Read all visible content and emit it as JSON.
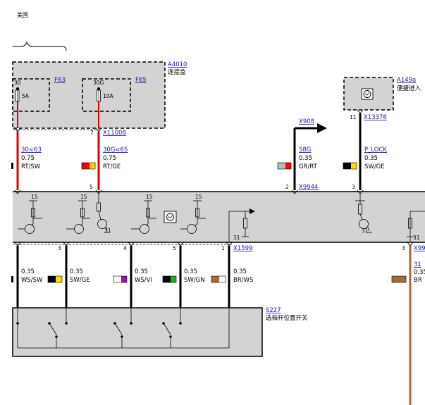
{
  "region_label": "美国",
  "colors": {
    "red": "#e00000",
    "black": "#000000",
    "brown": "#a46a3a",
    "box_fill": "#d3d3d3",
    "link": "#1a1aa8"
  },
  "components": {
    "a4010": {
      "code": "A4010",
      "name": "连接盒"
    },
    "a149a": {
      "code": "A149a",
      "name": "便捷进入"
    },
    "s227": {
      "code": "S227",
      "name": "选档杆位置开关"
    }
  },
  "fuses": {
    "f63": {
      "code": "F63",
      "terminal": "30",
      "rating": "5A"
    },
    "f65": {
      "code": "F65",
      "terminal": "30G",
      "rating": "10A"
    }
  },
  "connectors": {
    "x11008": "X11008",
    "x908": "X908",
    "x13376": "X13376",
    "x9944": "X9944",
    "x1599": "X1599",
    "x99_partial": "X99"
  },
  "pins": {
    "x11008_pin": "7",
    "x9944_pin_a": "5",
    "x9944_pin_b": "2",
    "x9944_pin_c": "3",
    "x13376_pin": "11",
    "x1599_pin_a": "3",
    "x1599_pin_b": "4",
    "x1599_pin_c": "5",
    "x1599_pin_d": "1",
    "x99_pin": "3"
  },
  "ecu_labels": [
    "15",
    "15",
    "15",
    "15",
    "31",
    "31",
    "31",
    "31"
  ],
  "upper_wires": [
    {
      "signal": "30<63",
      "size": "0.75",
      "color_code": "RT/SW",
      "swatch": [
        "#ff0000",
        "#000000"
      ]
    },
    {
      "signal": "30G<65",
      "size": "0.75",
      "color_code": "RT/GE",
      "swatch": [
        "#ff0000",
        "#ffd800"
      ]
    },
    {
      "signal": "58G",
      "size": "0.35",
      "color_code": "GR/RT",
      "swatch": [
        "#b8b8b8",
        "#ff0000"
      ]
    },
    {
      "signal": "P_LOCK",
      "size": "0.35",
      "color_code": "SW/GE",
      "swatch": [
        "#000000",
        "#ffd800"
      ]
    }
  ],
  "lower_wires": [
    {
      "size": "0.35",
      "color_code": "WS/SW",
      "swatch": [
        "#ffffff",
        "#000000"
      ]
    },
    {
      "size": "0.35",
      "color_code": "SW/GE",
      "swatch": [
        "#000000",
        "#ffd800"
      ]
    },
    {
      "size": "0.35",
      "color_code": "WS/VI",
      "swatch": [
        "#ffffff",
        "#8a1aa0"
      ]
    },
    {
      "size": "0.35",
      "color_code": "SW/GN",
      "swatch": [
        "#000000",
        "#18b418"
      ]
    },
    {
      "size": "0.35",
      "color_code": "BR/WS",
      "swatch": [
        "#a46a3a",
        "#ffffff"
      ]
    },
    {
      "signal": "31",
      "size": "0.35",
      "color_code": "BR",
      "swatch": [
        "#a46a3a",
        "#a46a3a"
      ]
    }
  ]
}
